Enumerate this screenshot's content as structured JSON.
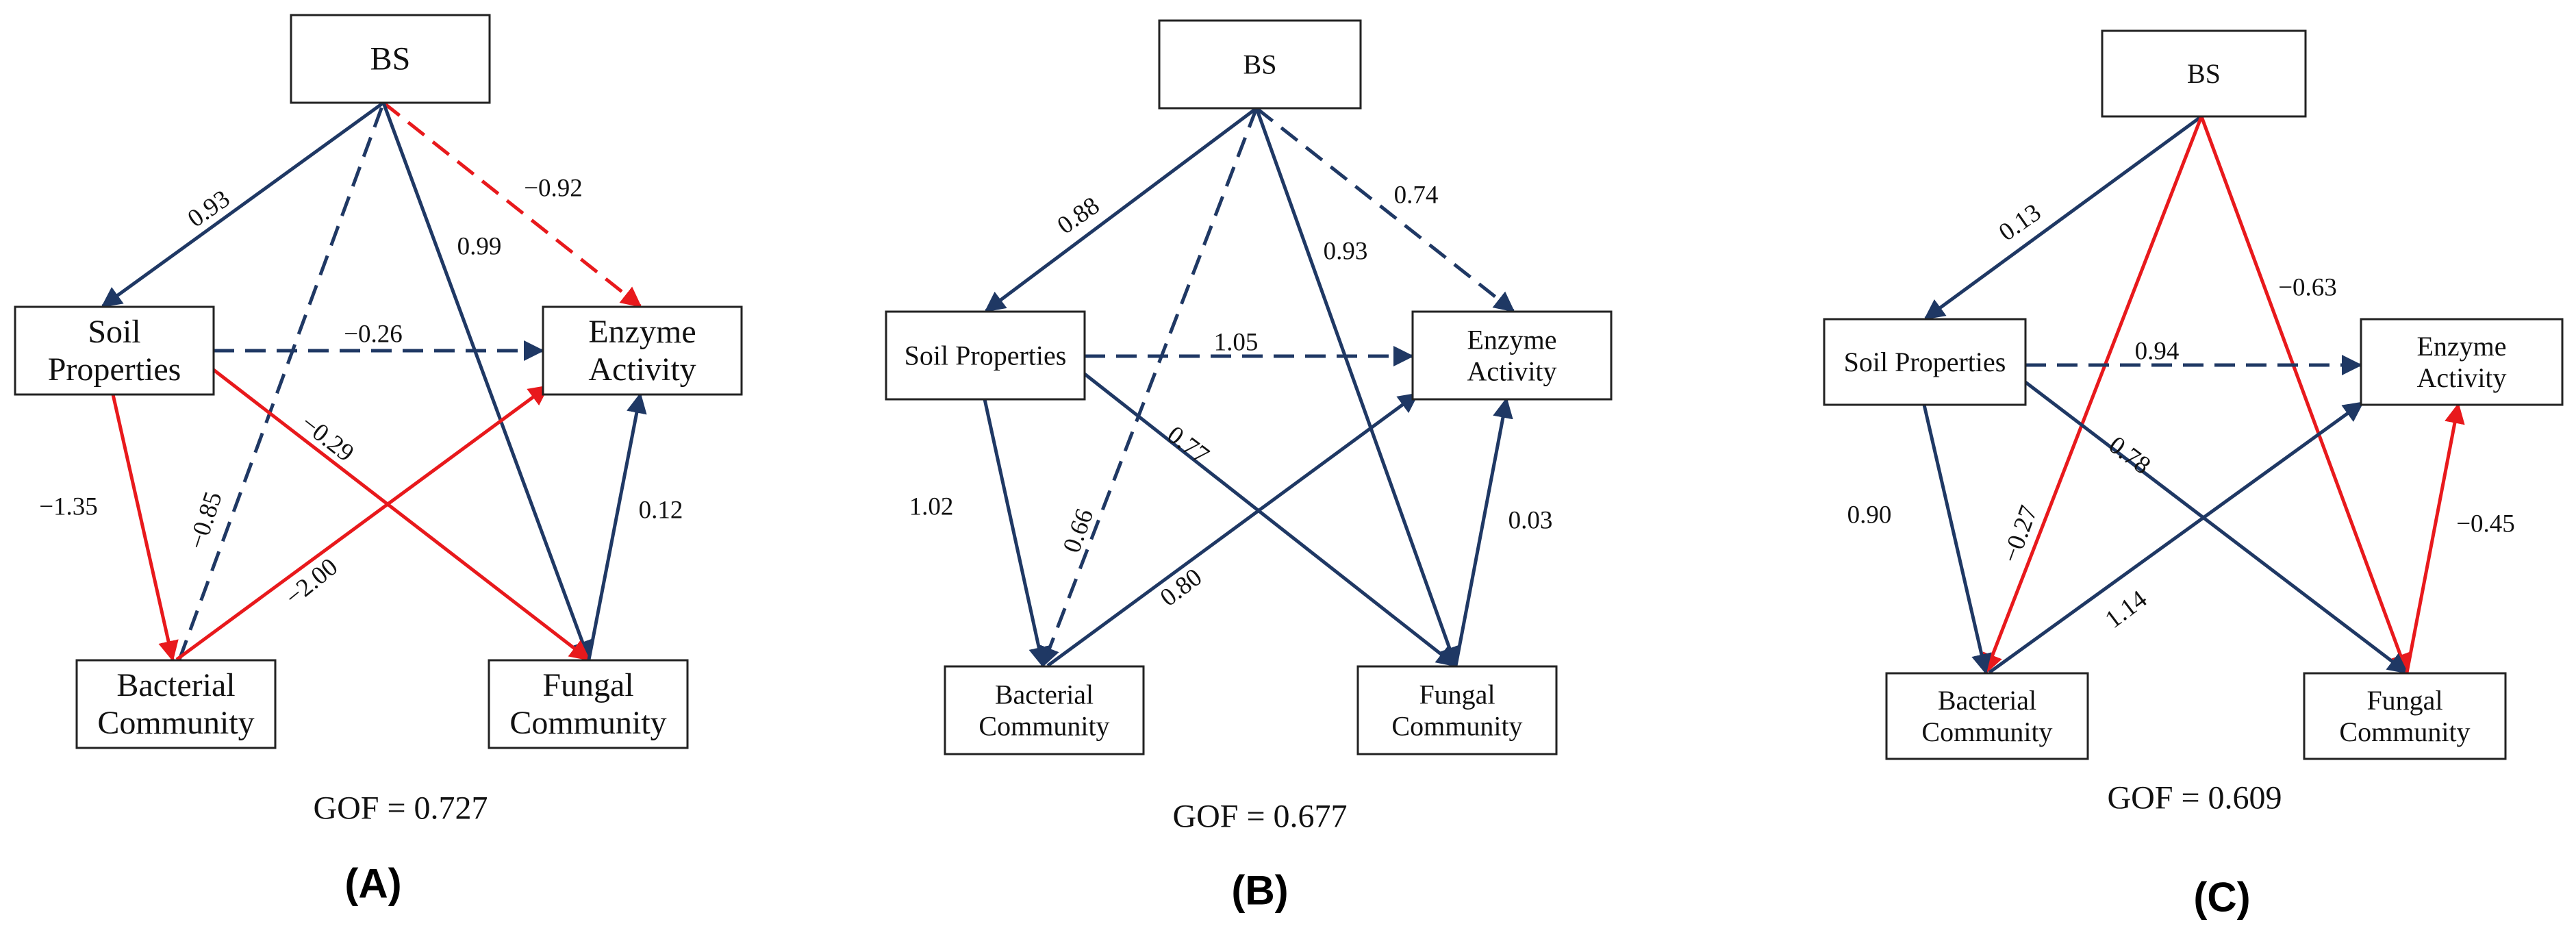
{
  "colors": {
    "positive": "#1f3864",
    "negative": "#e8191c",
    "box_border": "#222222"
  },
  "legend_note": "",
  "panels": [
    {
      "label": "(A)",
      "gof": "GOF = 0.727",
      "nodes": {
        "bs": [
          "BS"
        ],
        "soil": [
          "Soil",
          "Properties"
        ],
        "enzyme": [
          "Enzyme",
          "Activity"
        ],
        "bacterial": [
          "Bacterial",
          "Community"
        ],
        "fungal": [
          "Fungal",
          "Community"
        ]
      },
      "paths": [
        {
          "from": "bs",
          "to": "soil",
          "coef": "0.93",
          "sign": "positive",
          "style": "solid"
        },
        {
          "from": "bs",
          "to": "enzyme",
          "coef": "−0.92",
          "sign": "negative",
          "style": "dashed"
        },
        {
          "from": "bs",
          "to": "fungal",
          "coef": "0.99",
          "sign": "positive",
          "style": "solid"
        },
        {
          "from": "bacterial",
          "to": "bs",
          "coef": "−0.85",
          "sign": "positive",
          "style": "dashed"
        },
        {
          "from": "soil",
          "to": "enzyme",
          "coef": "−0.26",
          "sign": "positive",
          "style": "dashed"
        },
        {
          "from": "soil",
          "to": "fungal",
          "coef": "−0.29",
          "sign": "negative",
          "style": "solid"
        },
        {
          "from": "soil",
          "to": "bacterial",
          "coef": "−1.35",
          "sign": "negative",
          "style": "solid"
        },
        {
          "from": "bacterial",
          "to": "enzyme",
          "coef": "−2.00",
          "sign": "negative",
          "style": "solid"
        },
        {
          "from": "fungal",
          "to": "enzyme",
          "coef": "0.12",
          "sign": "positive",
          "style": "solid"
        }
      ]
    },
    {
      "label": "(B)",
      "gof": "GOF = 0.677",
      "nodes": {
        "bs": [
          "BS"
        ],
        "soil": [
          "Soil Properties"
        ],
        "enzyme": [
          "Enzyme",
          "Activity"
        ],
        "bacterial": [
          "Bacterial",
          "Community"
        ],
        "fungal": [
          "Fungal",
          "Community"
        ]
      },
      "paths": [
        {
          "from": "bs",
          "to": "soil",
          "coef": "0.88",
          "sign": "positive",
          "style": "solid"
        },
        {
          "from": "bs",
          "to": "enzyme",
          "coef": "0.74",
          "sign": "positive",
          "style": "dashed"
        },
        {
          "from": "bs",
          "to": "fungal",
          "coef": "0.93",
          "sign": "positive",
          "style": "solid"
        },
        {
          "from": "bs",
          "to": "bacterial",
          "coef": "0.66",
          "sign": "positive",
          "style": "dashed"
        },
        {
          "from": "soil",
          "to": "enzyme",
          "coef": "1.05",
          "sign": "positive",
          "style": "dashed"
        },
        {
          "from": "soil",
          "to": "fungal",
          "coef": "0.77",
          "sign": "positive",
          "style": "solid"
        },
        {
          "from": "soil",
          "to": "bacterial",
          "coef": "1.02",
          "sign": "positive",
          "style": "solid"
        },
        {
          "from": "bacterial",
          "to": "enzyme",
          "coef": "0.80",
          "sign": "positive",
          "style": "solid"
        },
        {
          "from": "fungal",
          "to": "enzyme",
          "coef": "0.03",
          "sign": "positive",
          "style": "solid"
        }
      ]
    },
    {
      "label": "(C)",
      "gof": "GOF = 0.609",
      "nodes": {
        "bs": [
          "BS"
        ],
        "soil": [
          "Soil Properties"
        ],
        "enzyme": [
          "Enzyme",
          "Activity"
        ],
        "bacterial": [
          "Bacterial",
          "Community"
        ],
        "fungal": [
          "Fungal",
          "Community"
        ]
      },
      "paths": [
        {
          "from": "bs",
          "to": "soil",
          "coef": "0.13",
          "sign": "positive",
          "style": "solid"
        },
        {
          "from": "bs",
          "to": "fungal",
          "coef": "−0.63",
          "sign": "negative",
          "style": "solid"
        },
        {
          "from": "bs",
          "to": "bacterial",
          "coef": "−0.27",
          "sign": "negative",
          "style": "solid"
        },
        {
          "from": "soil",
          "to": "enzyme",
          "coef": "0.94",
          "sign": "positive",
          "style": "dashed"
        },
        {
          "from": "soil",
          "to": "fungal",
          "coef": "0.78",
          "sign": "positive",
          "style": "solid"
        },
        {
          "from": "soil",
          "to": "bacterial",
          "coef": "0.90",
          "sign": "positive",
          "style": "solid"
        },
        {
          "from": "bacterial",
          "to": "enzyme",
          "coef": "1.14",
          "sign": "positive",
          "style": "solid"
        },
        {
          "from": "fungal",
          "to": "enzyme",
          "coef": "−0.45",
          "sign": "negative",
          "style": "solid"
        }
      ]
    }
  ]
}
